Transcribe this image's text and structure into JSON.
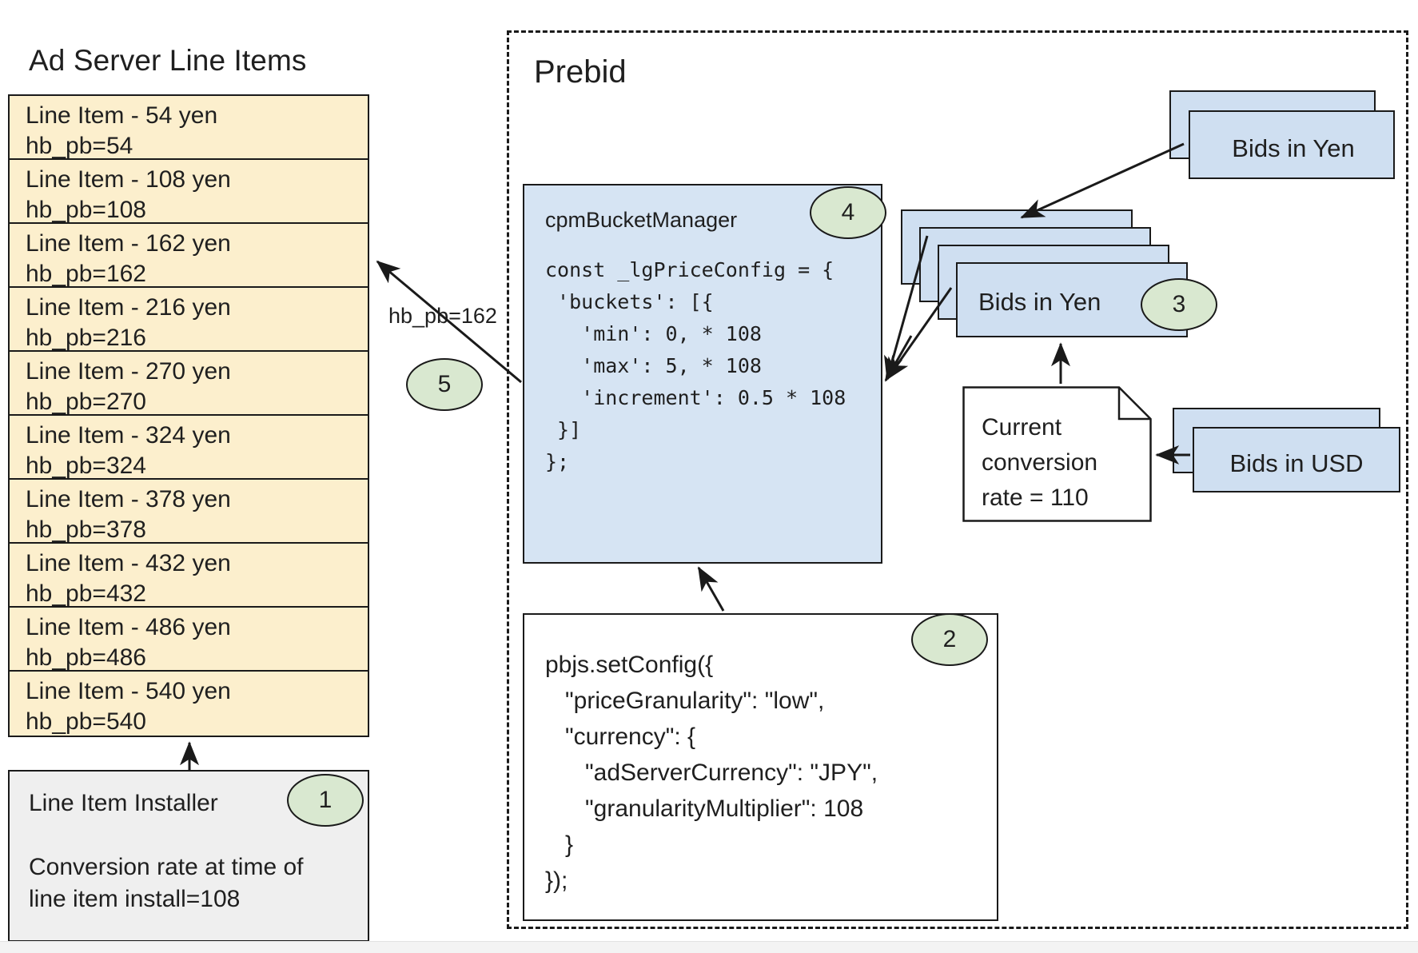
{
  "left_panel": {
    "title": "Ad Server Line Items",
    "line_items": [
      {
        "name": "Line Item - 54 yen",
        "key": "hb_pb=54"
      },
      {
        "name": "Line Item - 108 yen",
        "key": "hb_pb=108"
      },
      {
        "name": "Line Item - 162 yen",
        "key": "hb_pb=162"
      },
      {
        "name": "Line Item - 216 yen",
        "key": "hb_pb=216"
      },
      {
        "name": "Line Item - 270 yen",
        "key": "hb_pb=270"
      },
      {
        "name": "Line Item - 324 yen",
        "key": "hb_pb=324"
      },
      {
        "name": "Line Item - 378 yen",
        "key": "hb_pb=378"
      },
      {
        "name": "Line Item - 432 yen",
        "key": "hb_pb=432"
      },
      {
        "name": "Line Item - 486 yen",
        "key": "hb_pb=486"
      },
      {
        "name": "Line Item - 540 yen",
        "key": "hb_pb=540"
      }
    ],
    "installer": {
      "title": "Line Item Installer",
      "note": "Conversion rate at time of\nline item install=108",
      "step": "1"
    }
  },
  "prebid": {
    "title": "Prebid",
    "bucket_manager": {
      "heading": "cpmBucketManager",
      "code_lines": [
        "const _lgPriceConfig = {",
        " 'buckets': [{",
        "   'min': 0, * 108",
        "   'max': 5, * 108",
        "   'increment': 0.5 * 108",
        " }]",
        "};"
      ],
      "step": "4"
    },
    "set_config": {
      "code": "pbjs.setConfig({\n   \"priceGranularity\": \"low\",\n   \"currency\": {\n      \"adServerCurrency\": \"JPY\",\n      \"granularityMultiplier\": 108\n   }\n});",
      "step": "2"
    },
    "bids_in_yen_converted": {
      "label": "Bids in Yen",
      "step": "3"
    },
    "bids_in_yen_source": {
      "label": "Bids in Yen"
    },
    "bids_in_usd": {
      "label": "Bids in USD"
    },
    "conversion_note": {
      "text": "Current\nconversion\nrate = 110"
    }
  },
  "edges": {
    "hb_pb_label": "hb_pb=162",
    "hb_pb_step": "5"
  },
  "colors": {
    "line_item_fill": "#fcefcd",
    "card_fill": "#cfdff1",
    "code_fill": "#d6e4f3",
    "installer_fill": "#efefef",
    "step_fill": "#d9e8d0",
    "stroke": "#1a1a1a"
  }
}
